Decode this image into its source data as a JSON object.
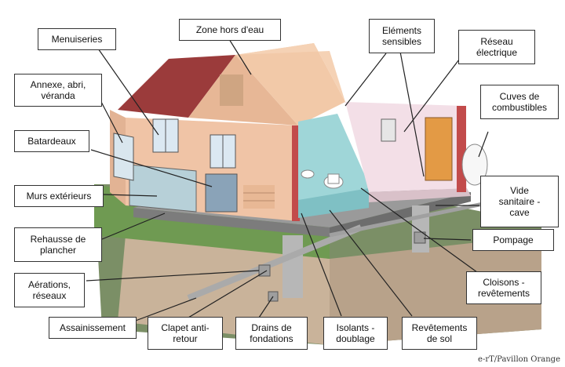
{
  "labels": {
    "menuiseries": "Menuiseries",
    "zone_hors_eau": "Zone hors d'eau",
    "elements_sensibles": "Eléments\nsensibles",
    "reseau_electrique": "Réseau\nélectrique",
    "annexe": "Annexe, abri,\nvéranda",
    "cuves": "Cuves de\ncombustibles",
    "batardeaux": "Batardeaux",
    "vide_sanitaire": "Vide\nsanitaire -\ncave",
    "murs_exterieurs": "Murs extérieurs",
    "pompage": "Pompage",
    "rehausse": "Rehausse de\nplancher",
    "cloisons": "Cloisons -\nrevêtements",
    "aerations": "Aérations,\nréseaux",
    "assainissement": "Assainissement",
    "clapet": "Clapet anti-\nretour",
    "drains": "Drains de\nfondations",
    "isolants": "Isolants -\ndoublage",
    "revetements_sol": "Revêtements\nde sol"
  },
  "credit": "e-rT/Pavillon Orange",
  "colors": {
    "roof": "#9b3b3b",
    "wall": "#f1c6a8",
    "bathroom": "#9fd6d8",
    "ground": "#6f8f4e",
    "water_heater": "#e39a45"
  }
}
